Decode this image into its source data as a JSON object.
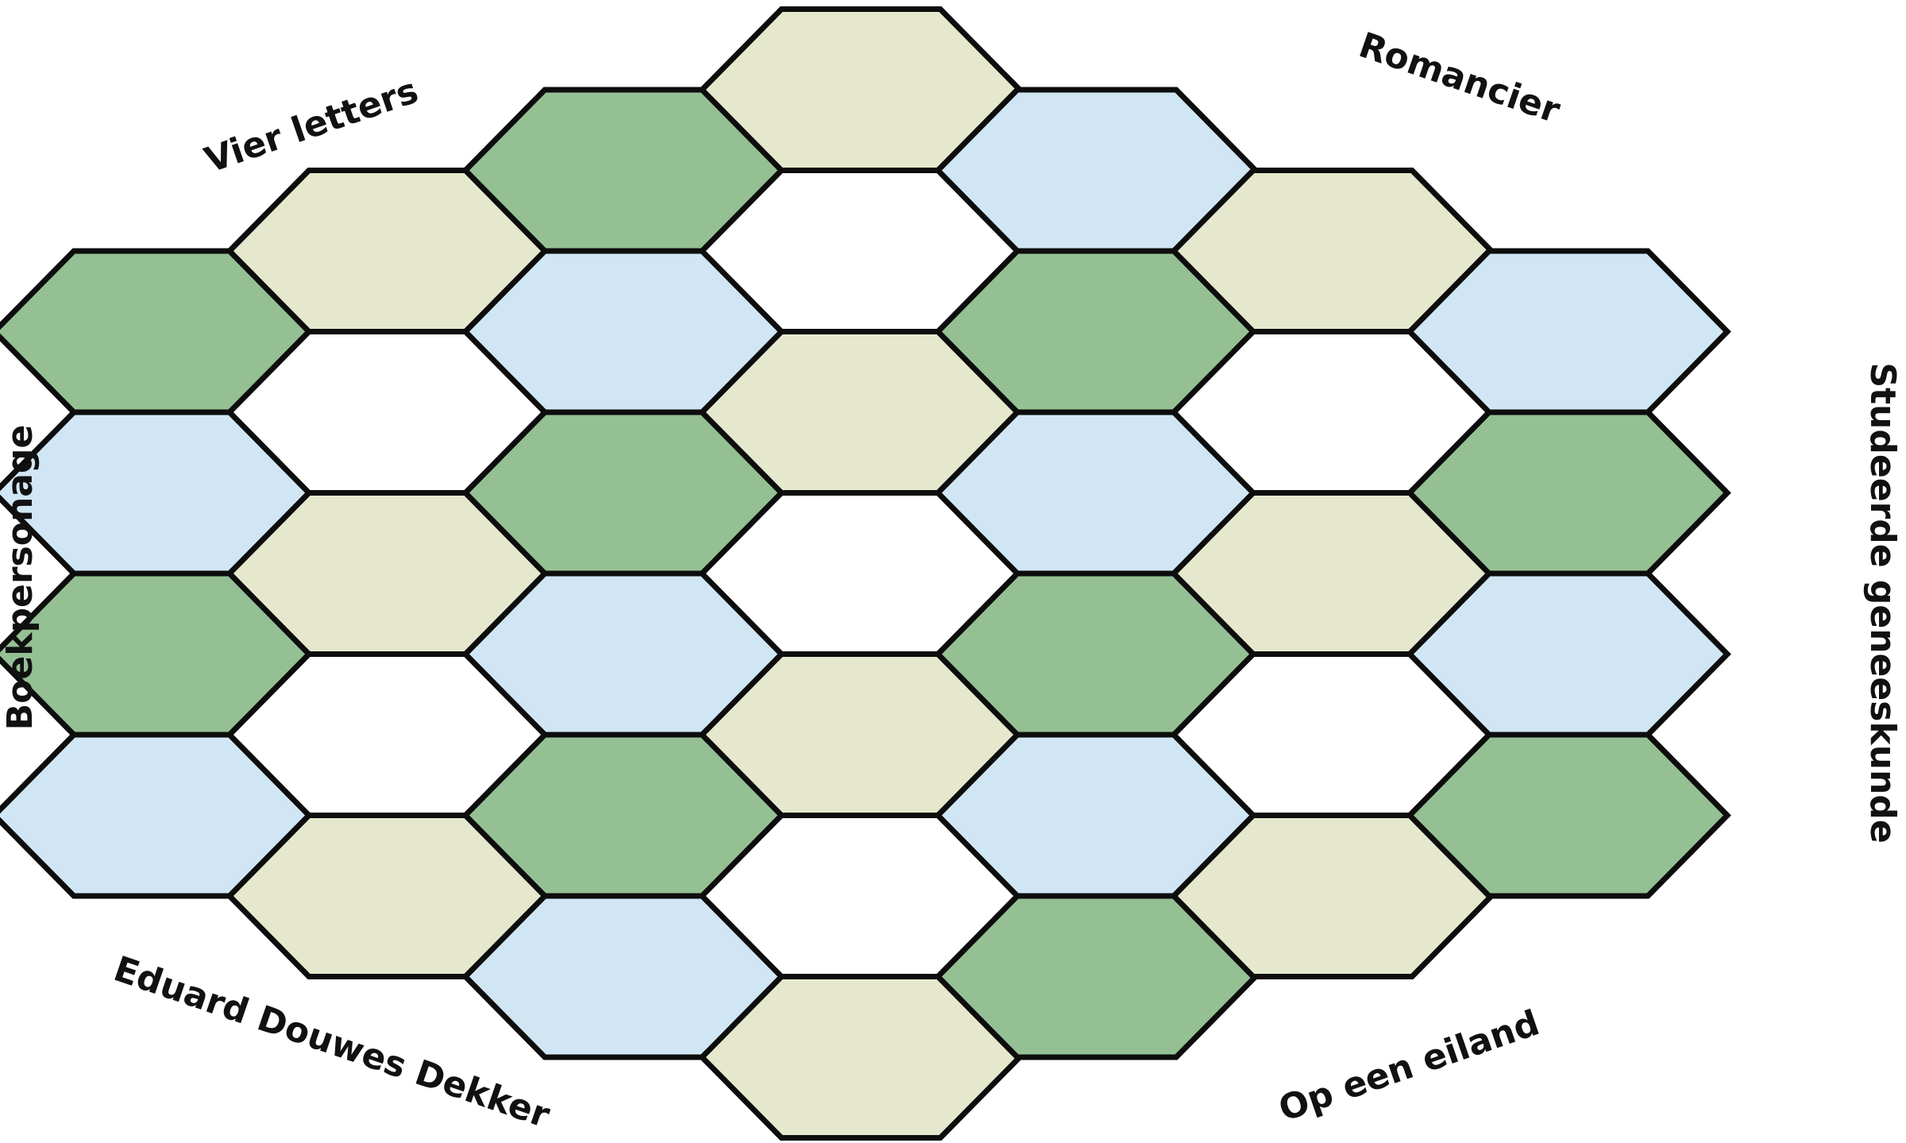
{
  "puzzle": {
    "clues": [
      {
        "id": "vier-letters",
        "label": "Vier letters"
      },
      {
        "id": "romancier",
        "label": "Romancier"
      },
      {
        "id": "boekpersonage",
        "label": "Boekpersonage"
      },
      {
        "id": "studeerde-geneeskunde",
        "label": "Studeerde geneeskunde"
      },
      {
        "id": "eduard-douwes-dekker",
        "label": "Eduard Douwes Dekker"
      },
      {
        "id": "op-een-eiland",
        "label": "Op een eiland"
      }
    ],
    "colors": {
      "green": "#94c094",
      "beige": "#e5e8cd",
      "blue": "#d0e6f4",
      "white": "#ffffff",
      "stroke": "#0d0d0d"
    },
    "grid": {
      "columns": [
        [
          "green",
          "blue",
          "green",
          "blue"
        ],
        [
          "beige",
          "white",
          "beige",
          "white",
          "beige"
        ],
        [
          "green",
          "blue",
          "green",
          "blue",
          "green",
          "blue"
        ],
        [
          "beige",
          "white",
          "beige",
          "white",
          "beige",
          "white",
          "beige"
        ],
        [
          "blue",
          "green",
          "blue",
          "green",
          "blue",
          "green"
        ],
        [
          "beige",
          "white",
          "beige",
          "white",
          "beige"
        ],
        [
          "blue",
          "green",
          "blue",
          "green"
        ]
      ]
    }
  }
}
